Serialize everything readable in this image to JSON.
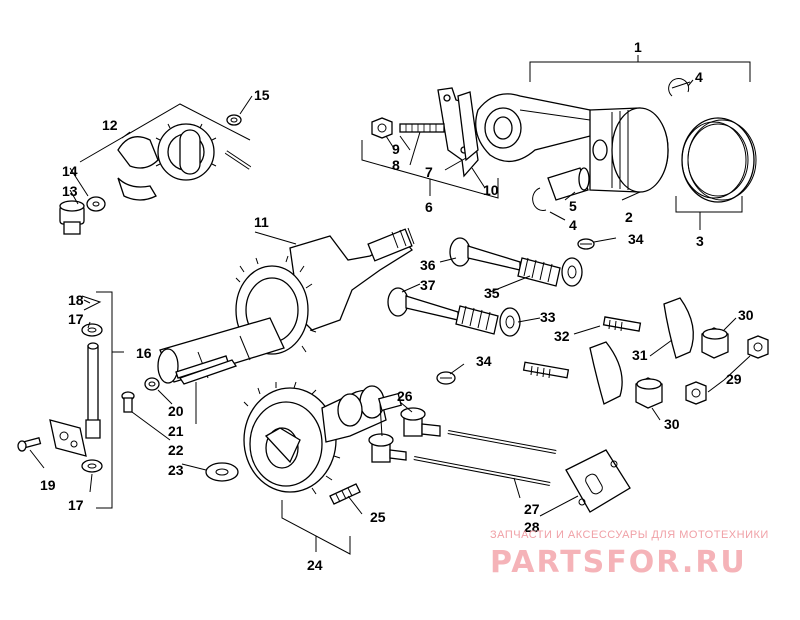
{
  "part_labels": [
    "1",
    "2",
    "3",
    "4",
    "4",
    "5",
    "6",
    "7",
    "8",
    "9",
    "10",
    "11",
    "12",
    "13",
    "14",
    "15",
    "16",
    "17",
    "17",
    "18",
    "19",
    "20",
    "21",
    "22",
    "23",
    "24",
    "25",
    "26",
    "27",
    "28",
    "29",
    "30",
    "30",
    "31",
    "32",
    "33",
    "34",
    "34",
    "35",
    "36",
    "37"
  ],
  "watermark": {
    "tagline": "ЗАПЧАСТИ И АКСЕССУАРЫ ДЛЯ МОТОТЕХНИКИ",
    "brand": "PARTSFOR.RU"
  }
}
